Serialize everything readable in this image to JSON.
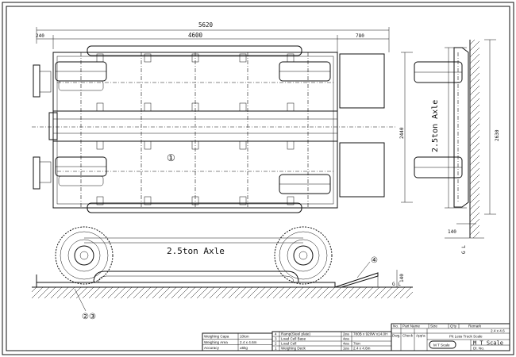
{
  "dims": {
    "overall": "5620",
    "left_gap": "240",
    "deck_len": "4600",
    "ramp_len": "780",
    "width_inner": "2440",
    "width_outer": "2630",
    "pit": "140",
    "ramp_h": "140"
  },
  "labels": {
    "axle_plan": "2.5ton Axle",
    "axle_elev": "2.5ton Axle",
    "gl_side": "G L",
    "gl_end": "G L",
    "circ_1": "①",
    "circ_4": "④",
    "circ_23": "②③"
  },
  "spec": {
    "rows": [
      {
        "k": "Weighing Capa",
        "v": "10ton"
      },
      {
        "k": "Weighing Area",
        "v": "2.4 x 4.6m"
      },
      {
        "k": "Accuracy",
        "v": "±5kg"
      }
    ]
  },
  "parts": {
    "rows": [
      {
        "no": "4",
        "name": "Ramp(Steel plate)",
        "qty": "2ea",
        "spec": "780B x 920W x14.0H"
      },
      {
        "no": "3",
        "name": "Load Cell Base",
        "qty": "4ea",
        "spec": ""
      },
      {
        "no": "2",
        "name": "Load Cell",
        "qty": "4ea",
        "spec": "7ton"
      },
      {
        "no": "1",
        "name": "Weighing Deck",
        "qty": "1ea",
        "spec": "2.4 x 4.6m"
      }
    ]
  },
  "title_block": {
    "h_no": "No.",
    "h_part": "Part Name",
    "h_size": "Size",
    "h_qty": "Q'ty",
    "h_remark": "Remark",
    "remark": "2.4 x 4.6",
    "dwg": "Dwg.",
    "check": "Check",
    "appr": "App'a",
    "title": "Pit Less Truck Scale",
    "logo": "M T Scale",
    "company": "M T Scale",
    "dl_no": "Dl. No."
  }
}
